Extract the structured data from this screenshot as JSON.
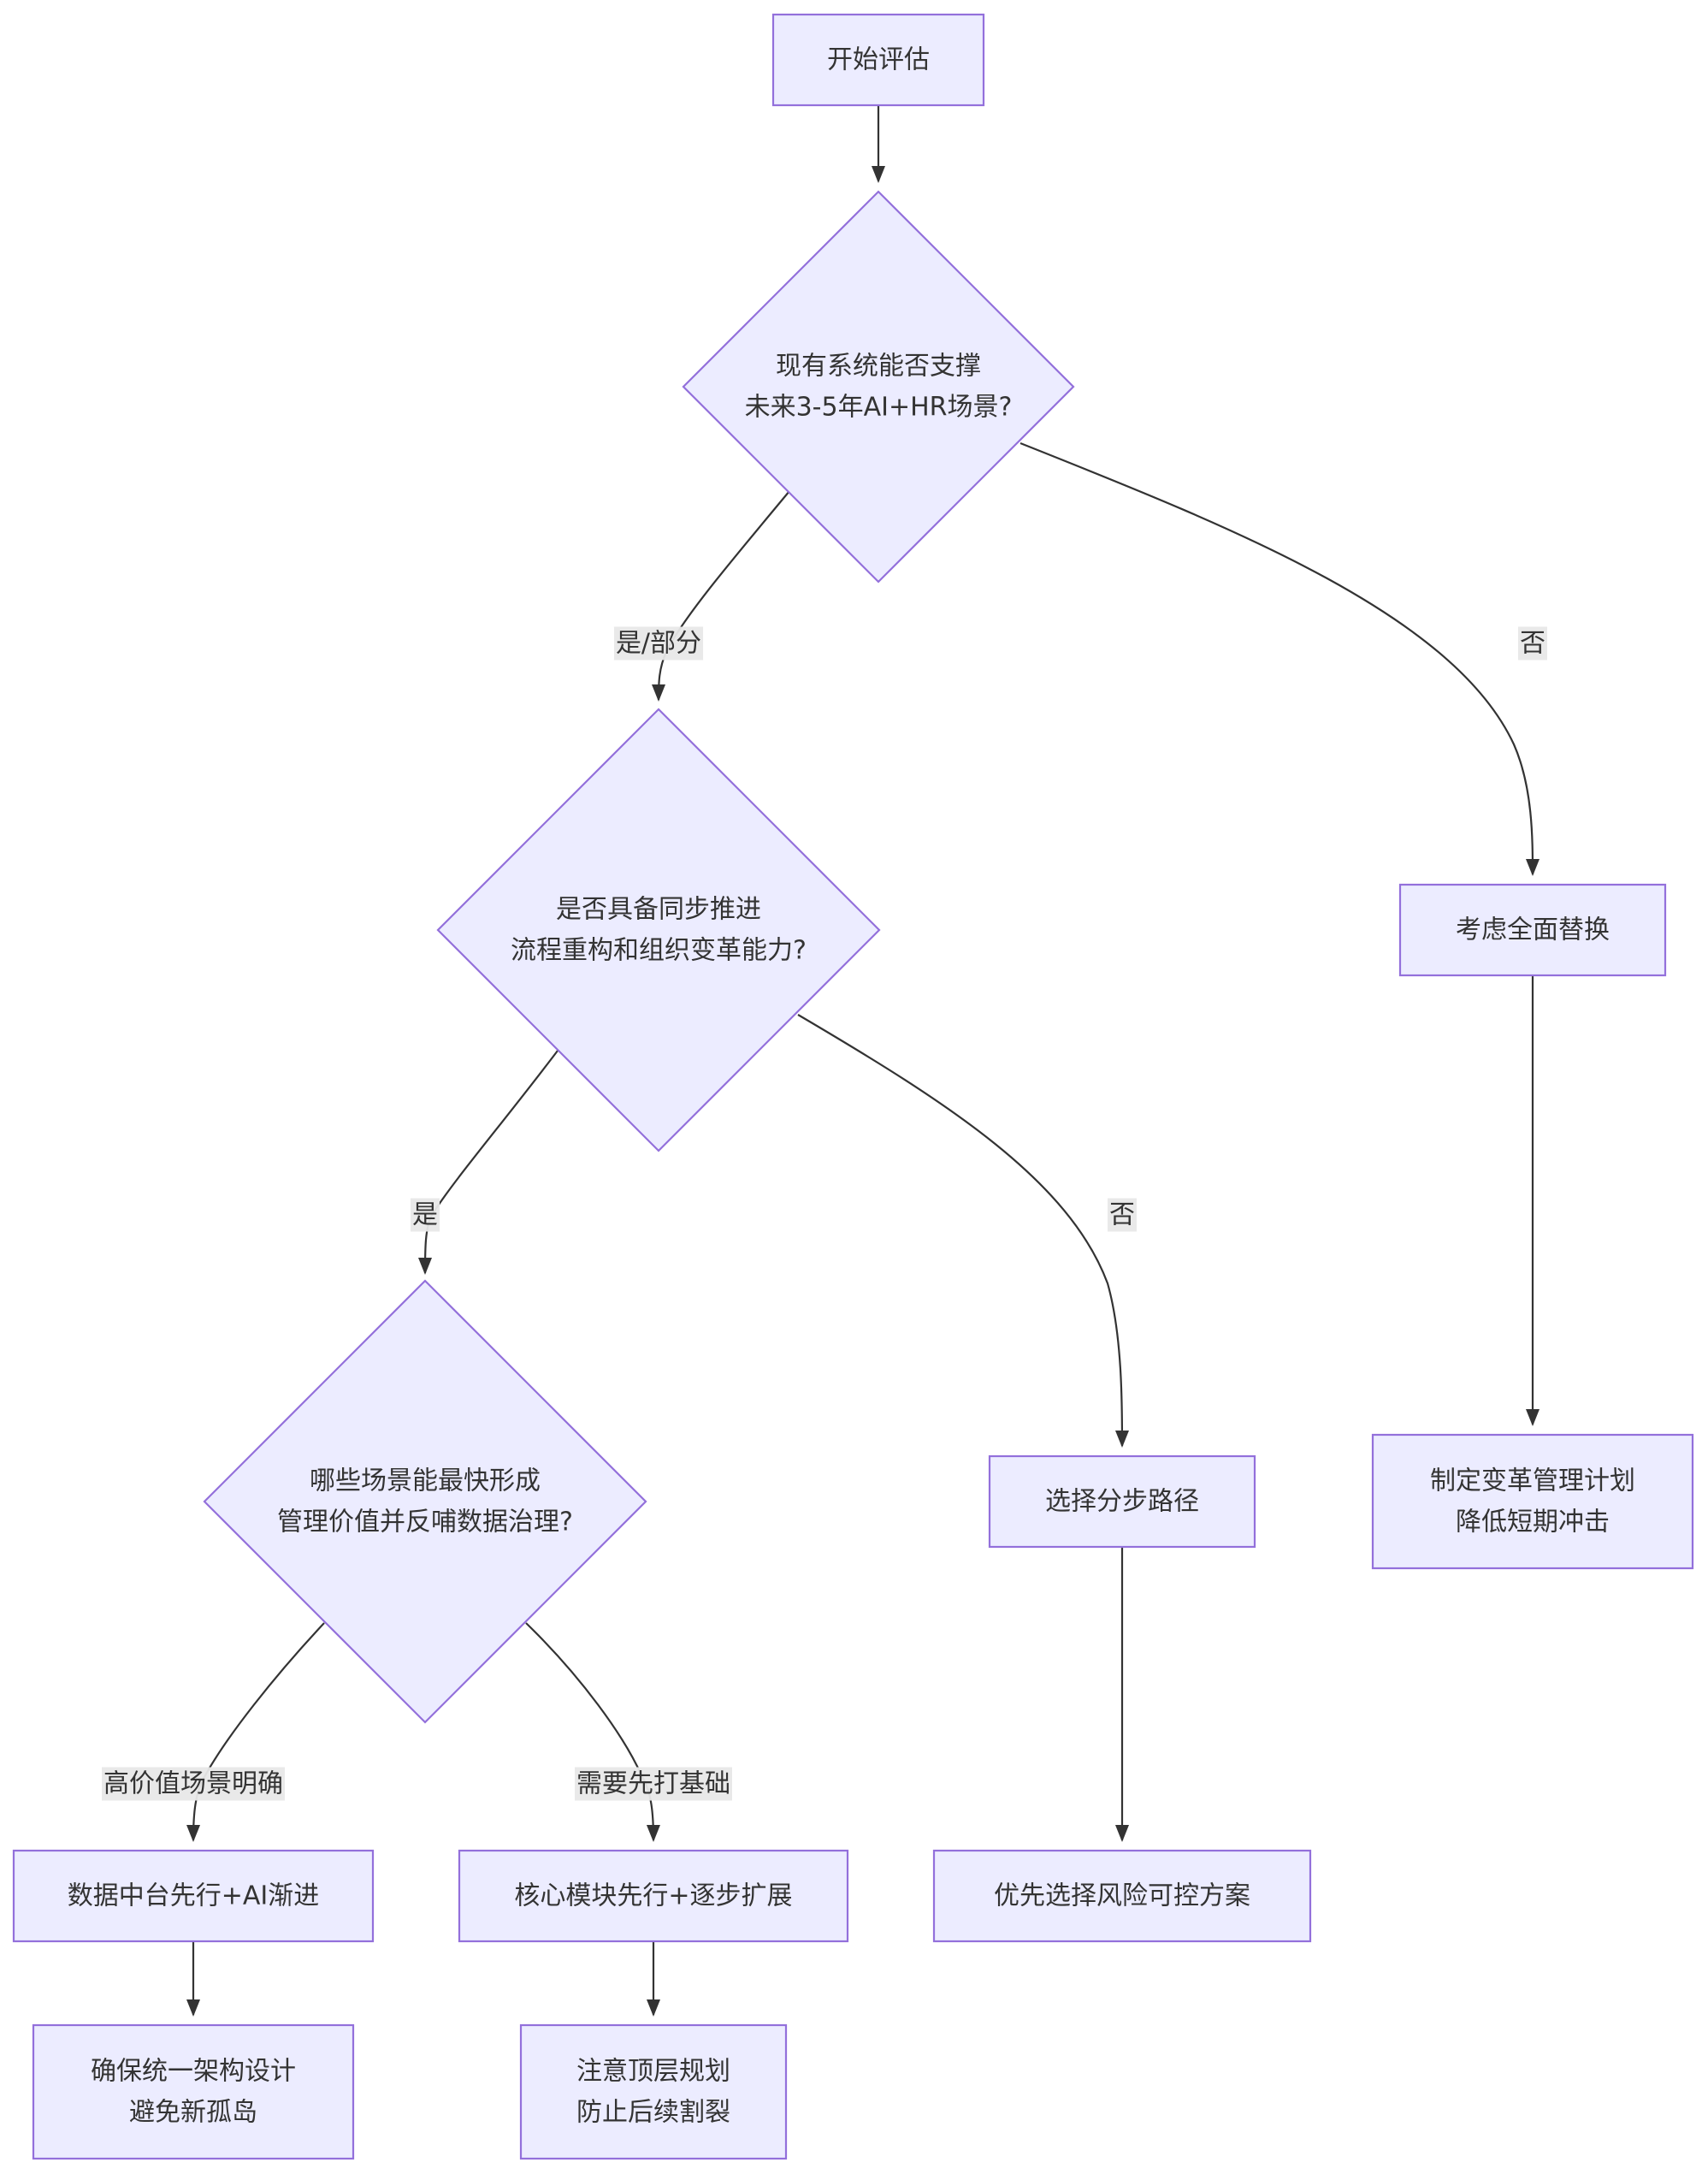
{
  "nodes": {
    "start": {
      "lines": [
        "开始评估"
      ]
    },
    "q1": {
      "lines": [
        "现有系统能否支撑",
        "未来3-5年AI+HR场景?"
      ]
    },
    "q2": {
      "lines": [
        "是否具备同步推进",
        "流程重构和组织变革能力?"
      ]
    },
    "q3": {
      "lines": [
        "哪些场景能最快形成",
        "管理价值并反哺数据治理?"
      ]
    },
    "replace": {
      "lines": [
        "考虑全面替换"
      ]
    },
    "change_plan": {
      "lines": [
        "制定变革管理计划",
        "降低短期冲击"
      ]
    },
    "stepwise": {
      "lines": [
        "选择分步路径"
      ]
    },
    "low_risk": {
      "lines": [
        "优先选择风险可控方案"
      ]
    },
    "data_platform": {
      "lines": [
        "数据中台先行+AI渐进"
      ]
    },
    "unified_arch": {
      "lines": [
        "确保统一架构设计",
        "避免新孤岛"
      ]
    },
    "core_module": {
      "lines": [
        "核心模块先行+逐步扩展"
      ]
    },
    "top_plan": {
      "lines": [
        "注意顶层规划",
        "防止后续割裂"
      ]
    }
  },
  "edges": [
    {
      "id": "start-q1",
      "label": ""
    },
    {
      "id": "q1-q2",
      "label": "是/部分"
    },
    {
      "id": "q1-replace",
      "label": "否"
    },
    {
      "id": "q2-q3",
      "label": "是"
    },
    {
      "id": "q2-stepwise",
      "label": "否"
    },
    {
      "id": "q3-data_platform",
      "label": "高价值场景明确"
    },
    {
      "id": "q3-core_module",
      "label": "需要先打基础"
    },
    {
      "id": "replace-change_plan",
      "label": ""
    },
    {
      "id": "stepwise-low_risk",
      "label": ""
    },
    {
      "id": "data_platform-unified_arch",
      "label": ""
    },
    {
      "id": "core_module-top_plan",
      "label": ""
    }
  ],
  "colors": {
    "node_fill": "#ececff",
    "node_stroke": "#9370db",
    "edge": "#333333",
    "text": "#333333",
    "label_bg": "#e8e8e8"
  }
}
